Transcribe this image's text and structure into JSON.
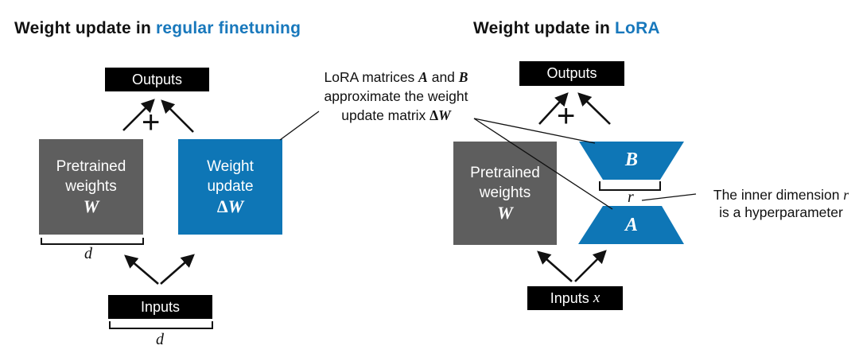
{
  "colors": {
    "accent_blue": "#0e76b6",
    "title_blue": "#1878bc",
    "box_gray": "#5e5e5e",
    "box_black": "#000000"
  },
  "header": {
    "left": {
      "prefix": "Weight update in ",
      "highlight": "regular finetuning"
    },
    "right": {
      "prefix": "Weight update in ",
      "highlight": "LoRA"
    }
  },
  "left_diagram": {
    "outputs_label": "Outputs",
    "plus_sign": "+",
    "pretrained": {
      "line1": "Pretrained",
      "line2": "weights",
      "symbol": "W"
    },
    "weight_update": {
      "line1": "Weight",
      "line2": "update",
      "delta": "Δ",
      "symbol": "W"
    },
    "inputs_label": "Inputs",
    "width_label_weights": "d",
    "width_label_inputs": "d"
  },
  "lora_annotation": {
    "seg1": "LoRA matrices ",
    "sym_a": "A",
    "seg2": " and ",
    "sym_b": "B",
    "line2": "approximate the weight",
    "line3_pre": "update matrix ",
    "delta": "Δ",
    "sym_w": "W"
  },
  "right_diagram": {
    "outputs_label": "Outputs",
    "plus_sign": "+",
    "pretrained": {
      "line1": "Pretrained",
      "line2": "weights",
      "symbol": "W"
    },
    "matrix_b_label": "B",
    "rank_label": "r",
    "matrix_a_label": "A",
    "inputs_label": "Inputs ",
    "inputs_symbol": "x"
  },
  "rank_annotation": {
    "line1_pre": "The inner dimension ",
    "symbol": "r",
    "line2": "is a hyperparameter"
  }
}
